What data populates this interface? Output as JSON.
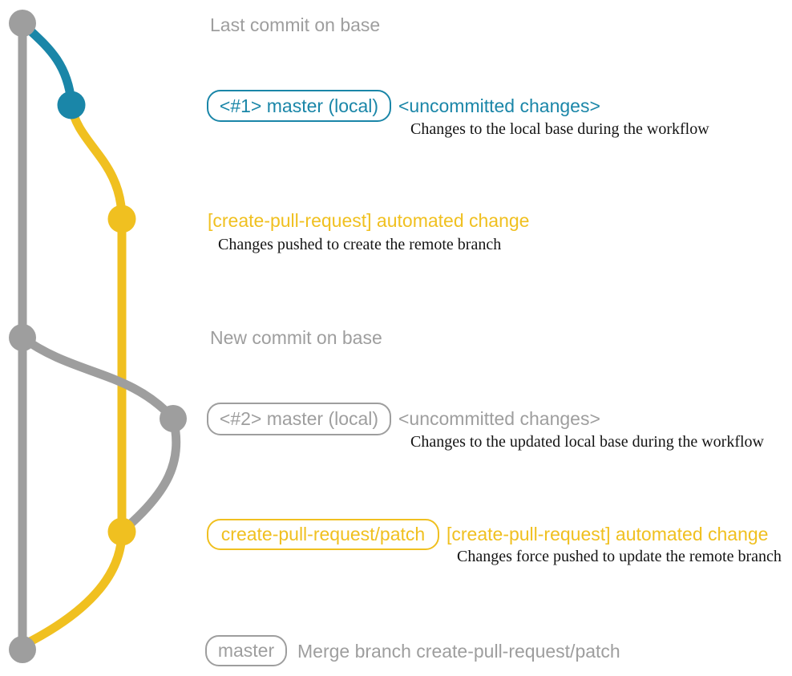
{
  "colors": {
    "gray": "#9e9e9e",
    "teal": "#1a86a8",
    "yellow": "#f0c020",
    "ink": "#141414",
    "background": "#ffffff"
  },
  "graph": {
    "branches": [
      {
        "name": "base",
        "color": "gray"
      },
      {
        "name": "master (local)",
        "color": "teal"
      },
      {
        "name": "create-pull-request/patch",
        "color": "yellow"
      }
    ],
    "commit_nodes": [
      {
        "branch": "base",
        "label": "Last commit on base"
      },
      {
        "branch": "master (local)",
        "label": "<#1> master (local)"
      },
      {
        "branch": "create-pull-request/patch",
        "label": "[create-pull-request] automated change"
      },
      {
        "branch": "base",
        "label": "New commit on base"
      },
      {
        "branch": "master (local)",
        "label": "<#2> master (local)"
      },
      {
        "branch": "create-pull-request/patch",
        "label": "[create-pull-request] automated change"
      },
      {
        "branch": "base",
        "label": "Merge branch create-pull-request/patch"
      }
    ]
  },
  "rows": {
    "last_commit": {
      "title": "Last commit on base"
    },
    "commit1": {
      "badge": "<#1> master (local)",
      "note": "<uncommitted changes>",
      "description": "Changes to the local base during the workflow"
    },
    "push1": {
      "note": "[create-pull-request] automated change",
      "description": "Changes pushed to create the remote branch"
    },
    "new_commit": {
      "title": "New commit on base"
    },
    "commit2": {
      "badge": "<#2> master (local)",
      "note": "<uncommitted changes>",
      "description": "Changes to the updated local base during the workflow"
    },
    "push2": {
      "badge": "create-pull-request/patch",
      "note": "[create-pull-request] automated change",
      "description": "Changes force pushed to update the remote branch"
    },
    "merge": {
      "badge": "master",
      "title": "Merge branch create-pull-request/patch"
    }
  }
}
